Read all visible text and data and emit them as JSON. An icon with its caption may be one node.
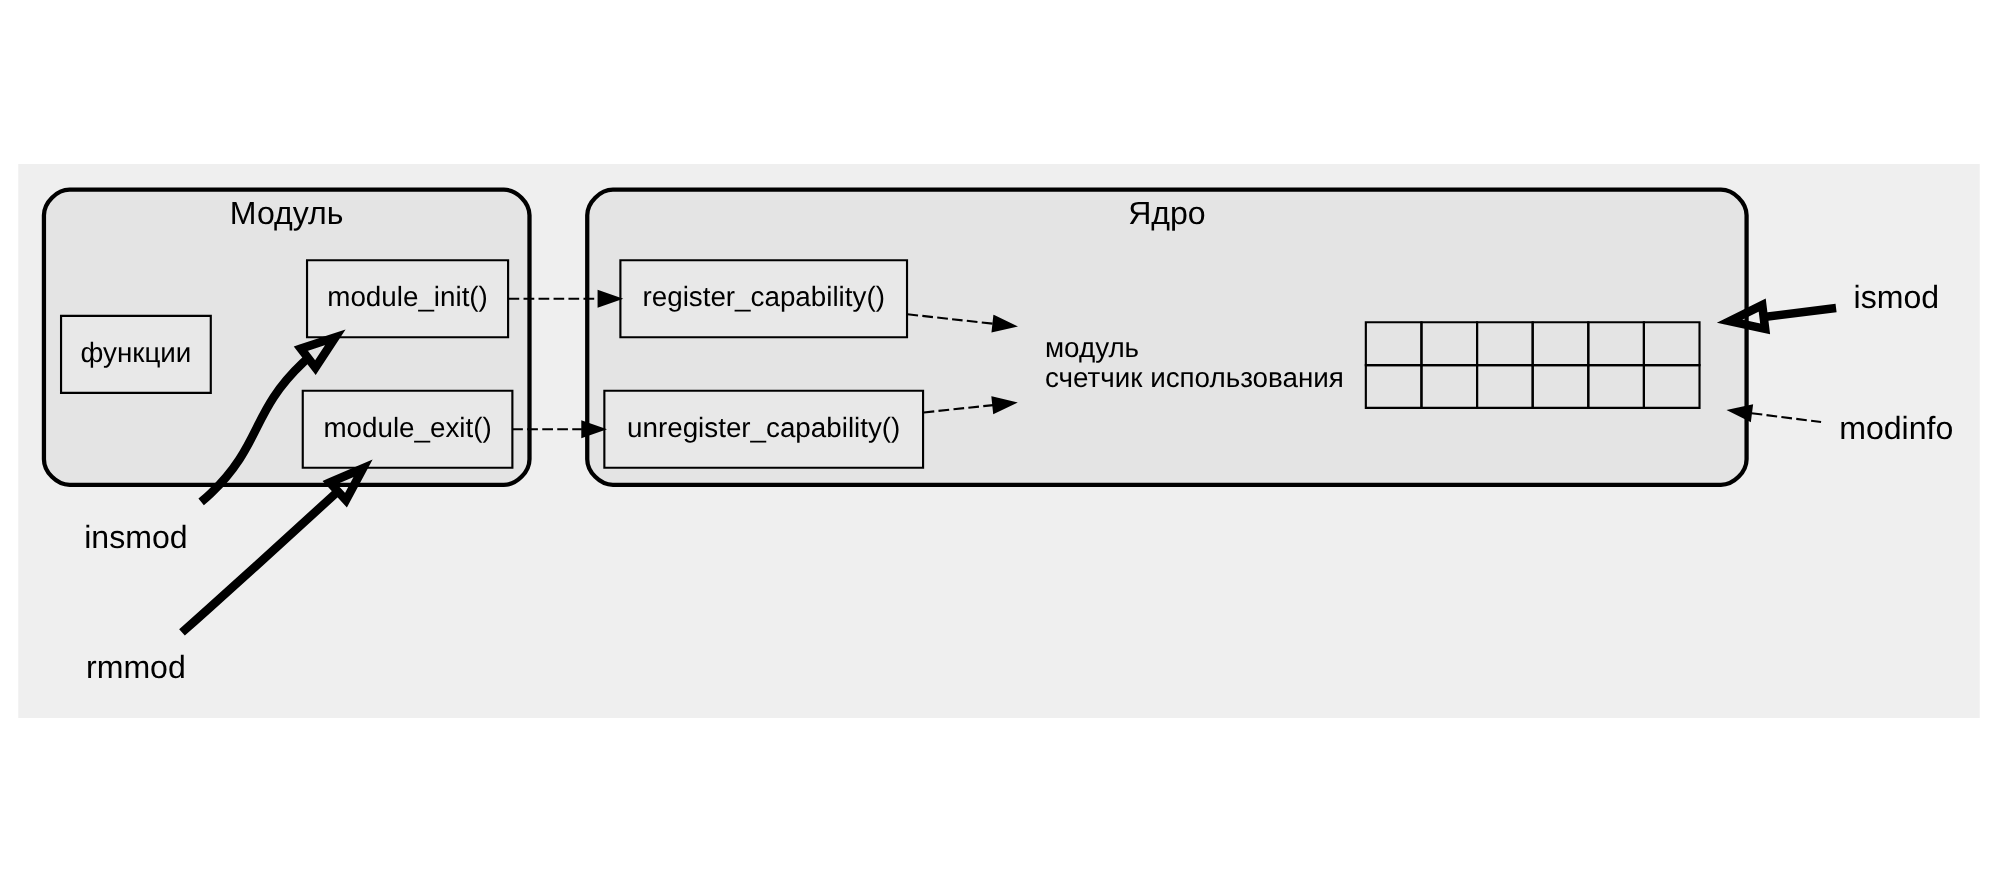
{
  "diagram": {
    "nodes": [
      {
        "text": [
          "Модуль"
        ]
      },
      {
        "text": [
          "module_init()"
        ],
        "in": 0
      },
      {
        "text": [
          "функции"
        ],
        "in": 0
      },
      {
        "text": [
          "module_exit()"
        ],
        "in": 0
      },
      {
        "text": [
          "Ядро"
        ]
      },
      {
        "text": [
          "register_capability()"
        ],
        "in": 4
      },
      {
        "text": [],
        "shape": "box",
        "in": 4,
        "beside": [
          "модуль",
          "счетчик использования"
        ]
      },
      {
        "text": [
          "unregister_capability()"
        ],
        "in": 4
      },
      {
        "text": [
          "insmod"
        ]
      },
      {
        "text": [
          "rmmod"
        ]
      },
      {
        "text": [
          "ismod"
        ]
      },
      {
        "text": [
          "modinfo"
        ]
      }
    ],
    "edges": [
      {
        "from": 8,
        "to": 1,
        "arrow": "to",
        "style": "thick"
      },
      {
        "from": 9,
        "to": 3,
        "arrow": "to",
        "style": "thick"
      },
      {
        "from": 1,
        "to": 5,
        "arrow": "to",
        "style": "dashed"
      },
      {
        "from": 3,
        "to": 7,
        "arrow": "to",
        "style": "dashed"
      },
      {
        "from": 5,
        "to": 6,
        "arrow": "to",
        "style": "dashed"
      },
      {
        "from": 7,
        "to": 6,
        "arrow": "to",
        "style": "dashed"
      },
      {
        "from": 10,
        "to": 6,
        "arrow": "to",
        "style": "thick"
      },
      {
        "from": 11,
        "to": 6,
        "arrow": "to",
        "style": "dashed"
      }
    ]
  }
}
